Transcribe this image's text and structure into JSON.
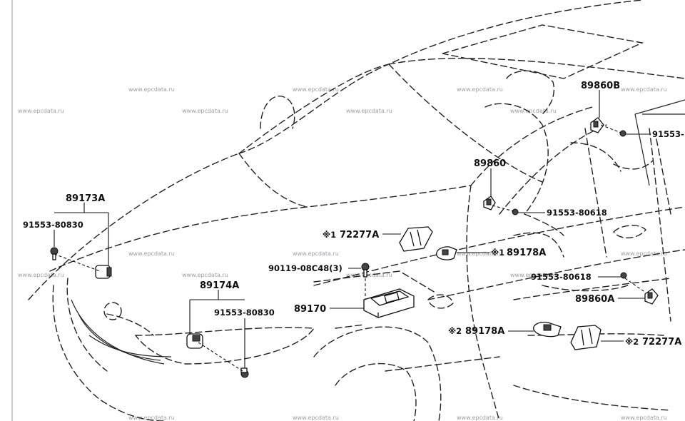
{
  "labels": {
    "p89173A": "89173A",
    "p91553_80830_left": "91553-80830",
    "p89174A": "89174A",
    "p91553_80830_mid": "91553-80830",
    "p90119": "90119-08C48(3)",
    "p89170": "89170",
    "p72277A_top": "72277A",
    "p89178A_top": "89178A",
    "p89860": "89860",
    "p91553_80618_top": "91553-80618",
    "p89860B": "89860B",
    "p91553_right": "91553-",
    "p91553_80618_mid": "91553-80618",
    "p89860A": "89860A",
    "p89178A_bottom": "89178A",
    "p72277A_bottom": "72277A"
  },
  "marks": {
    "note1": "※1",
    "note2": "※2"
  },
  "watermark": "www.epcdata.ru",
  "colors": {
    "line": "#222222",
    "watermark": "#9aa0a6"
  }
}
